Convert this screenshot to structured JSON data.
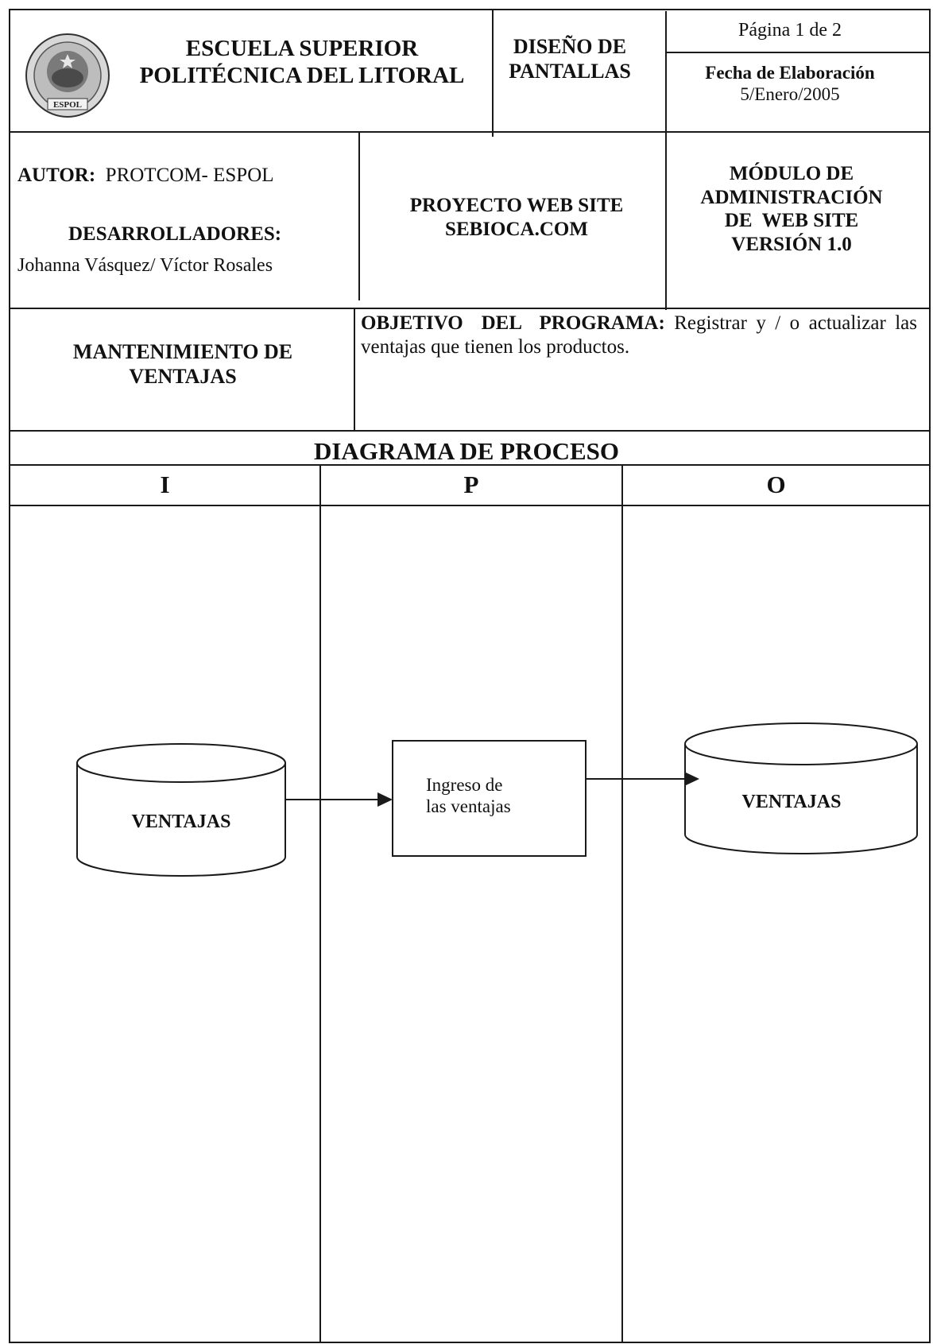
{
  "header": {
    "school_line1": "ESCUELA SUPERIOR",
    "school_line2": "POLITÉCNICA DEL LITORAL",
    "doc_type_line1": "DISEÑO DE",
    "doc_type_line2": "PANTALLAS",
    "page_label": "Página 1 de 2",
    "date_label": "Fecha de Elaboración",
    "date_value": "5/Enero/2005",
    "logo_text": "ESPOL"
  },
  "info": {
    "author_label": "AUTOR:",
    "author_value": "PROTCOM- ESPOL",
    "developers_label": "DESARROLLADORES:",
    "developers_value": "Johanna Vásquez/ Víctor Rosales",
    "project_line1": "PROYECTO WEB SITE",
    "project_line2": "SEBIOCA.COM",
    "module_line1": "MÓDULO DE",
    "module_line2": "ADMINISTRACIÓN",
    "module_line3": "DE  WEB SITE",
    "module_line4": "VERSIÓN 1.0"
  },
  "program": {
    "title_line1": "MANTENIMIENTO DE",
    "title_line2": "VENTAJAS",
    "objective_label": "OBJETIVO  DEL  PROGRAMA:",
    "objective_text": " Registrar y / o actualizar  las ventajas que tienen los productos."
  },
  "diagram": {
    "title": "DIAGRAMA DE PROCESO",
    "columns": [
      "I",
      "P",
      "O"
    ],
    "input_store": "VENTAJAS",
    "process_line1": "Ingreso de",
    "process_line2": "las ventajas",
    "output_store": "VENTAJAS"
  }
}
